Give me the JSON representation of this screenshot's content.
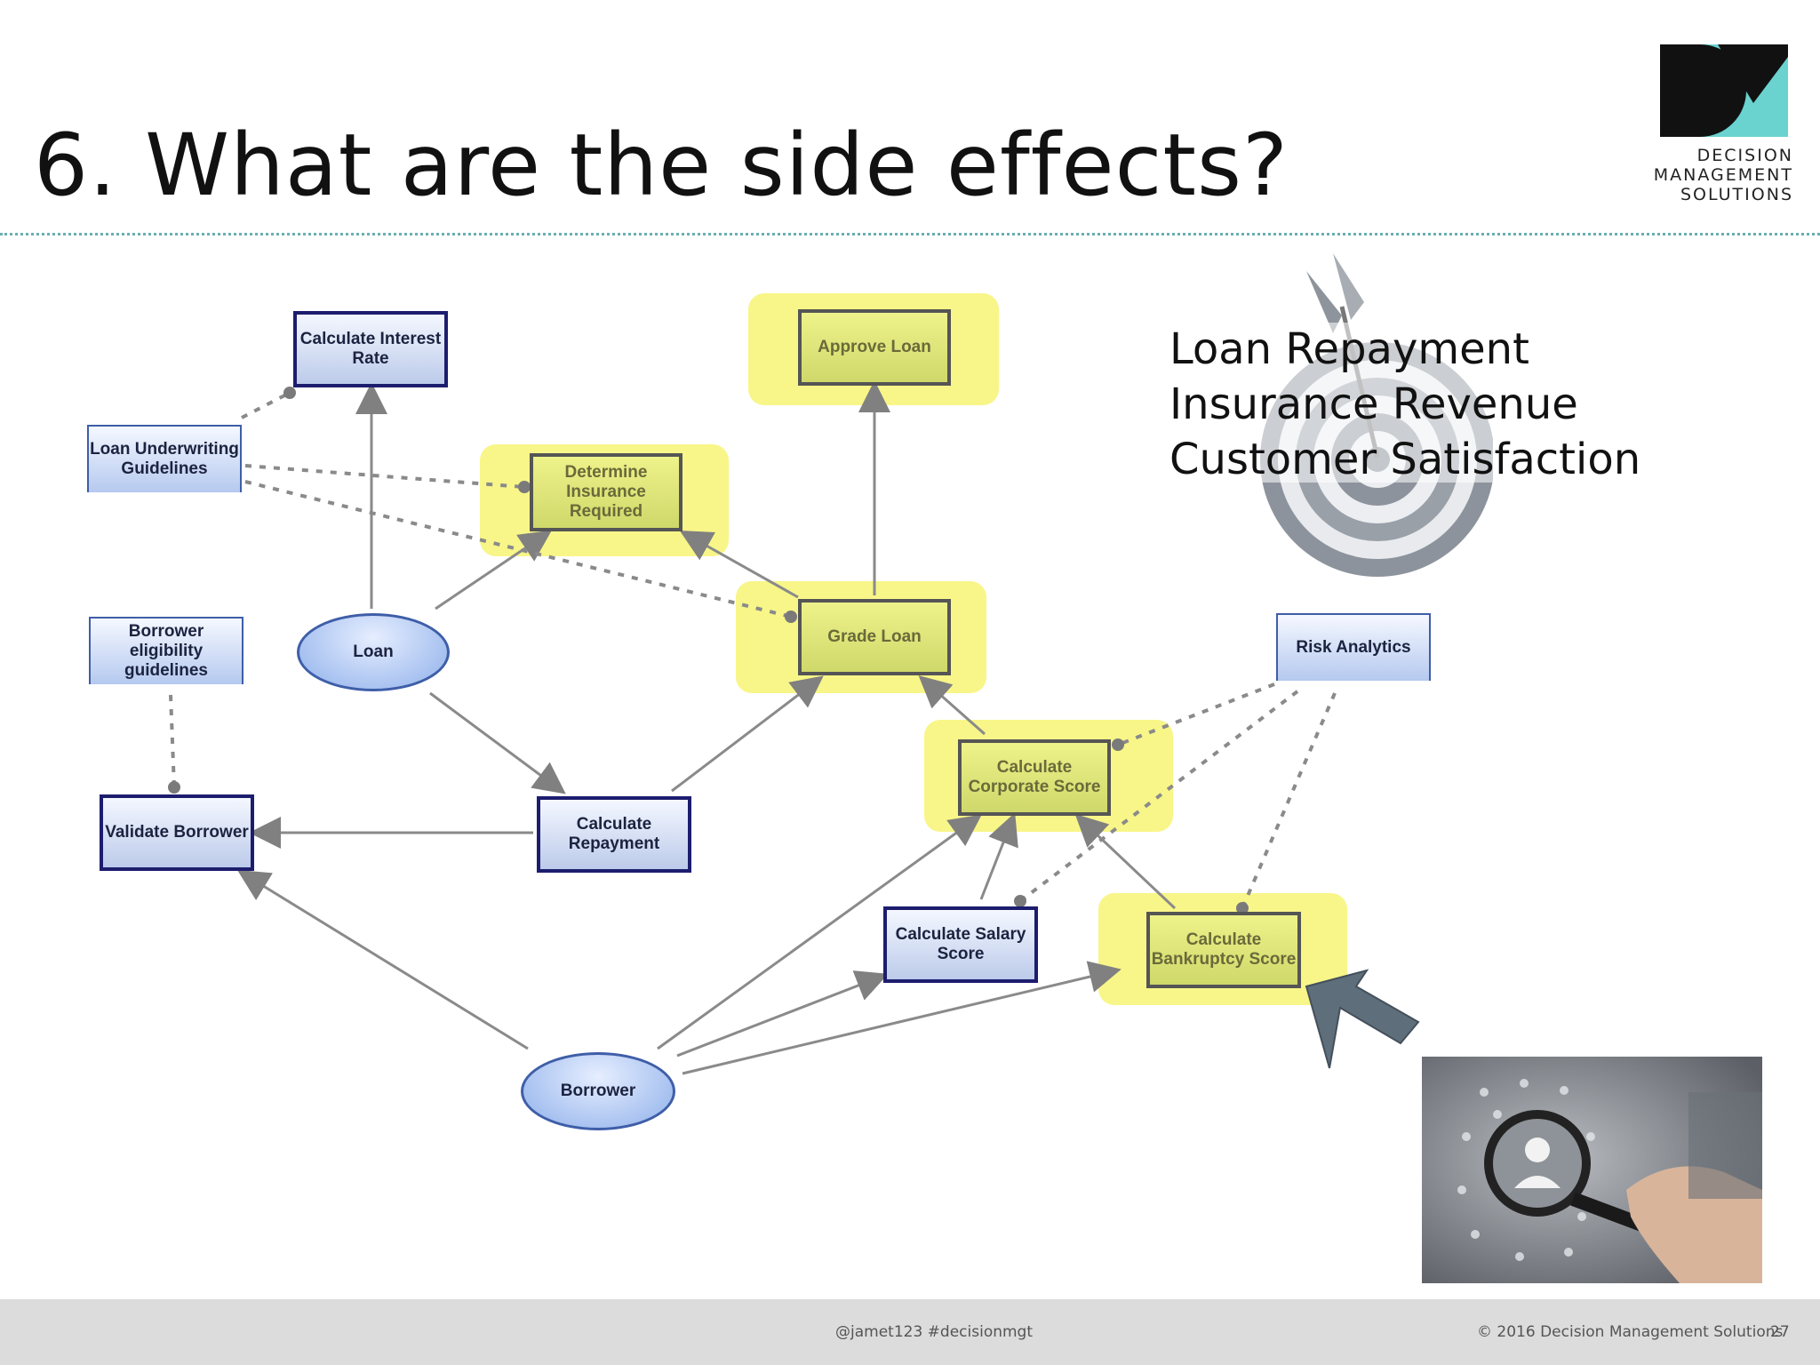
{
  "slide": {
    "title": "6. What are the side effects?"
  },
  "logo": {
    "line1": "DECISION",
    "line2": "MANAGEMENT",
    "line3": "SOLUTIONS",
    "colors": {
      "dark": "#111111",
      "teal": "#6ad3d0"
    }
  },
  "targets": {
    "items": [
      "Loan Repayment",
      "Insurance Revenue",
      "Customer Satisfaction"
    ]
  },
  "diagram": {
    "nodes": {
      "calc_interest": {
        "line1": "Calculate Interest",
        "line2": "Rate"
      },
      "approve_loan": {
        "label": "Approve Loan"
      },
      "loan_guidelines": {
        "line1": "Loan Underwriting",
        "line2": "Guidelines"
      },
      "determine_insurance": {
        "line1": "Determine",
        "line2": "Insurance",
        "line3": "Required"
      },
      "borrower_guidelines": {
        "line1": "Borrower eligibility",
        "line2": "guidelines"
      },
      "loan": {
        "label": "Loan"
      },
      "grade_loan": {
        "label": "Grade Loan"
      },
      "risk_analytics": {
        "label": "Risk Analytics"
      },
      "calc_corporate": {
        "line1": "Calculate",
        "line2": "Corporate Score"
      },
      "validate_borrower": {
        "label": "Validate Borrower"
      },
      "calc_repayment": {
        "line1": "Calculate",
        "line2": "Repayment"
      },
      "calc_salary": {
        "line1": "Calculate Salary",
        "line2": "Score"
      },
      "calc_bankruptcy": {
        "line1": "Calculate",
        "line2": "Bankruptcy Score"
      },
      "borrower": {
        "label": "Borrower"
      }
    },
    "highlight_color": "#f7f573"
  },
  "footer": {
    "handle": "@jamet123 #decisionmgt",
    "copyright": "© 2016 Decision Management Solutions",
    "page": "27"
  }
}
